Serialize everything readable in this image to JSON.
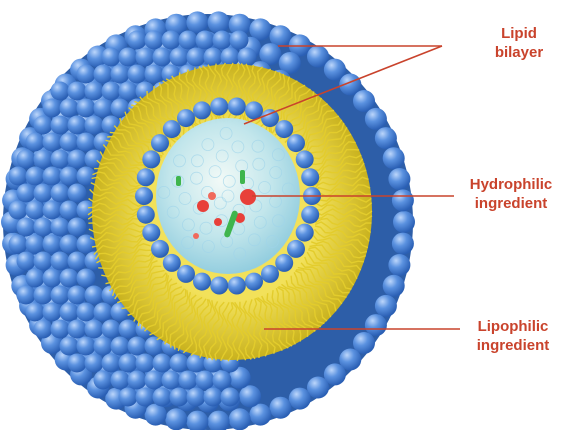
{
  "labels": {
    "lipid_bilayer": {
      "line1": "Lipid",
      "line2": "bilayer"
    },
    "hydrophilic": {
      "line1": "Hydrophilic",
      "line2": "ingredient"
    },
    "lipophilic": {
      "line1": "Lipophilic",
      "line2": "ingredient"
    }
  },
  "colors": {
    "head_blue": "#4b86d6",
    "tail_yellow": "#e9d63c",
    "core_cyan": "#bfe6f3",
    "label_red": "#c9432c",
    "particle_red": "#e8403a",
    "particle_green": "#3fb54d"
  }
}
